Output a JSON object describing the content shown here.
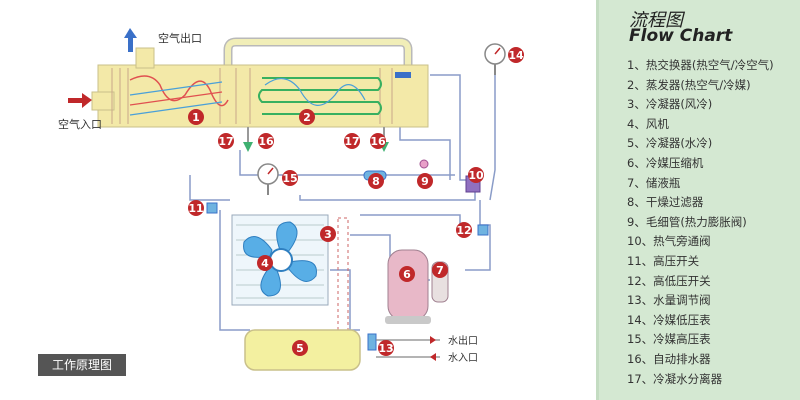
{
  "legend": {
    "title": "流程图",
    "subtitle": "Flow Chart",
    "items": [
      "1、热交换器(热空气/冷空气)",
      "2、蒸发器(热空气/冷媒)",
      "3、冷凝器(风冷)",
      "4、风机",
      "5、冷凝器(水冷)",
      "6、冷媒压缩机",
      "7、储液瓶",
      "8、干燥过滤器",
      "9、毛细管(热力膨胀阀)",
      "10、热气旁通阀",
      "11、高压开关",
      "12、高低压开关",
      "13、水量调节阀",
      "14、冷媒低压表",
      "15、冷媒高压表",
      "16、自动排水器",
      "17、冷凝水分离器"
    ]
  },
  "diagram": {
    "air_outlet": "空气出口",
    "air_inlet": "空气入口",
    "water_outlet": "水出口",
    "water_inlet": "水入口",
    "caption": "工作原理图",
    "markers": [
      "1",
      "2",
      "3",
      "4",
      "5",
      "6",
      "7",
      "8",
      "9",
      "10",
      "11",
      "12",
      "13",
      "14",
      "15",
      "16",
      "17",
      "17",
      "16"
    ]
  },
  "colors": {
    "marker": "#c0282a",
    "legend_bg": "#d4e8d2",
    "hot_pipe": "#e05050",
    "cold_pipe": "#4aa0d8",
    "hx_body": "#f3e9a8",
    "pipe_blue": "#6fb3e0"
  }
}
